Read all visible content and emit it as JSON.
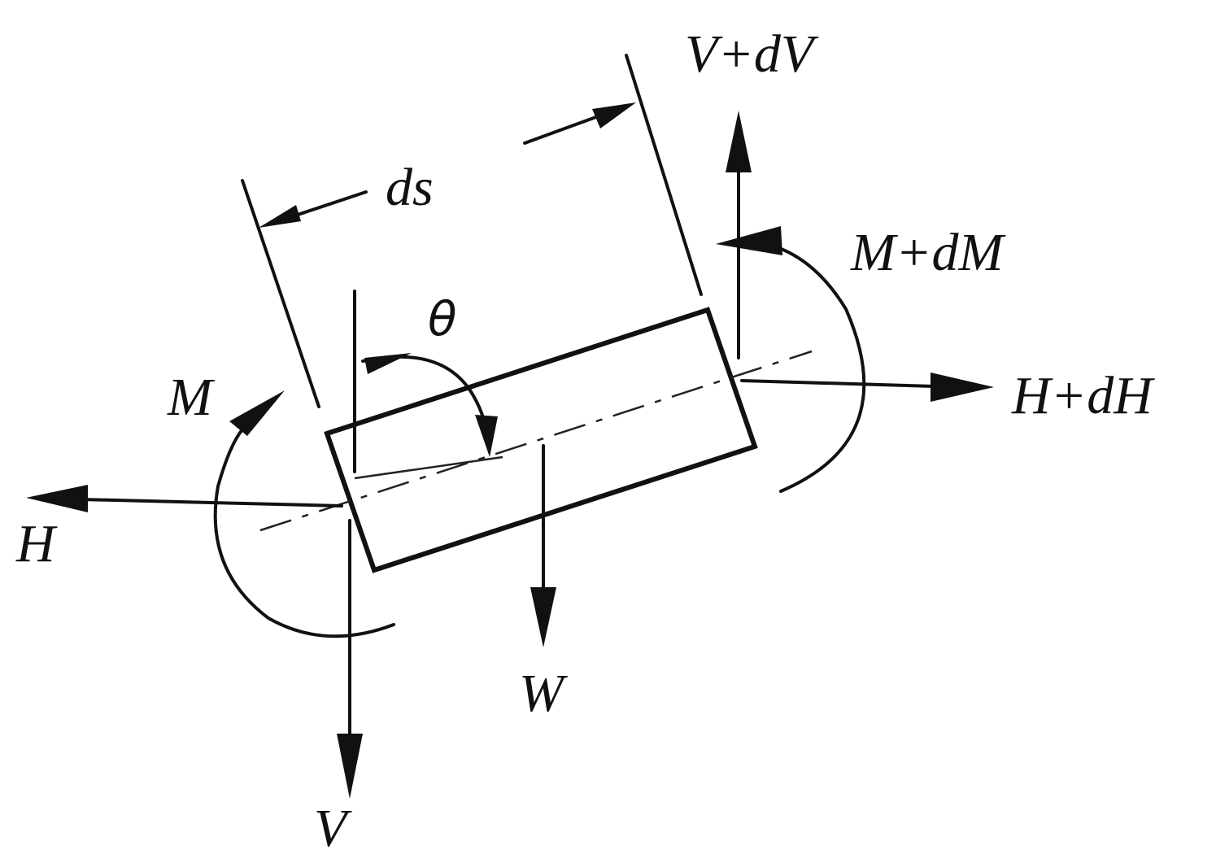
{
  "labels": {
    "v_plus_dv": "V+dV",
    "ds": "ds",
    "m_plus_dm": "M+dM",
    "theta": "θ",
    "h_plus_dh": "H+dH",
    "m": "M",
    "h": "H",
    "w": "W",
    "v": "V"
  },
  "colors": {
    "ink": "#111111",
    "background": "#ffffff"
  }
}
